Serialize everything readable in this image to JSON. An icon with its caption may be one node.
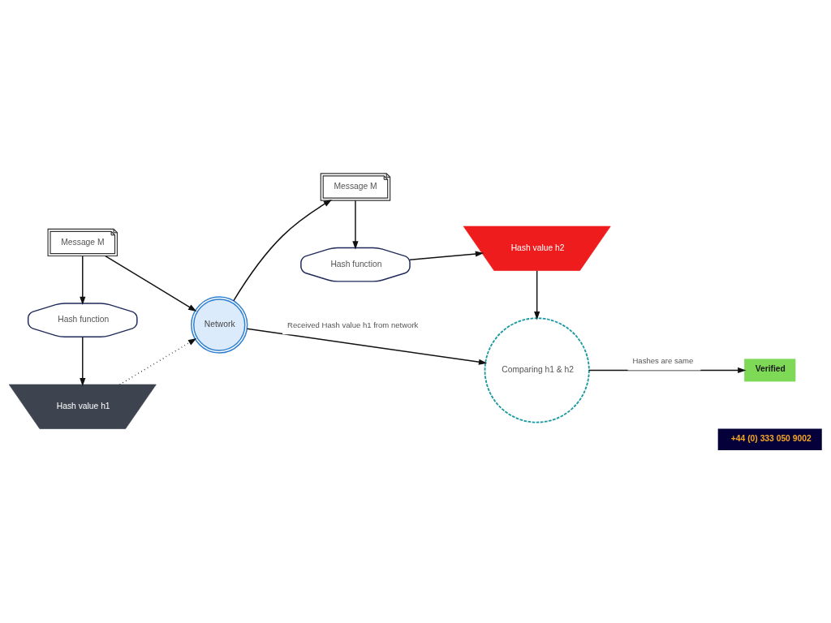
{
  "diagram": {
    "nodes": [
      {
        "text": [
          "Message M"
        ]
      },
      {
        "text": [
          "Hash function"
        ]
      },
      {
        "text": [
          "Hash value h1"
        ]
      },
      {
        "text": [
          "Network"
        ]
      },
      {
        "text": [
          "Message M"
        ]
      },
      {
        "text": [
          "Hash function"
        ]
      },
      {
        "text": [
          "Hash value h2"
        ]
      },
      {
        "text": [
          "Comparing h1 & h2"
        ]
      },
      {
        "text": [
          "Verified"
        ]
      }
    ],
    "edges": [
      {
        "from": 0,
        "to": 1,
        "arrow": "to"
      },
      {
        "from": 1,
        "to": 2,
        "arrow": "to"
      },
      {
        "from": 0,
        "to": 3,
        "arrow": "to"
      },
      {
        "from": 2,
        "to": 3,
        "arrow": "to",
        "style": "dashed"
      },
      {
        "from": 3,
        "to": 4,
        "arrow": "to"
      },
      {
        "from": 3,
        "to": 7,
        "arrow": "to",
        "label": "Received Hash value h1 from network"
      },
      {
        "from": 4,
        "to": 5,
        "arrow": "to"
      },
      {
        "from": 5,
        "to": 6,
        "arrow": "to"
      },
      {
        "from": 6,
        "to": 7,
        "arrow": "to"
      },
      {
        "from": 7,
        "to": 8,
        "arrow": "to",
        "label": "Hashes are same"
      }
    ],
    "labels": [
      "+44 (0) 333 050 9002"
    ]
  }
}
